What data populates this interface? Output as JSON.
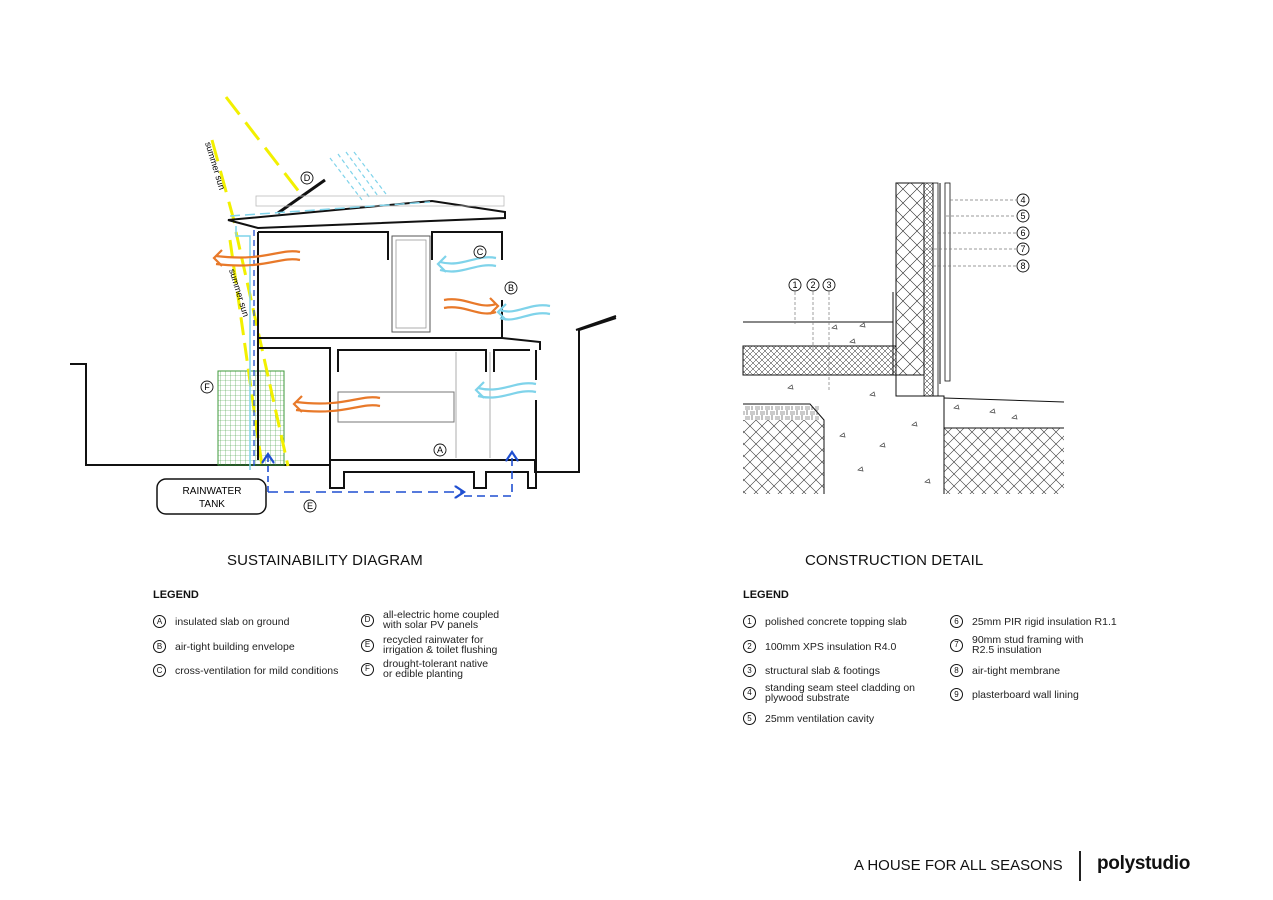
{
  "sections": {
    "sustainability_title": "SUSTAINABILITY DIAGRAM",
    "construction_title": "CONSTRUCTION DETAIL"
  },
  "diagram": {
    "sun_label_top": "summer sun",
    "sun_label_mid": "summer sun",
    "tank_line1": "RAINWATER",
    "tank_line2": "TANK",
    "marker_A": "A",
    "marker_B": "B",
    "marker_C": "C",
    "marker_D": "D",
    "marker_E": "E",
    "marker_F": "F",
    "detail_markers": [
      "1",
      "2",
      "3",
      "4",
      "5",
      "6",
      "7",
      "8"
    ]
  },
  "sustainability_legend": {
    "heading": "LEGEND",
    "items": [
      {
        "key": "A",
        "text": "insulated slab on ground"
      },
      {
        "key": "B",
        "text": "air-tight building envelope"
      },
      {
        "key": "C",
        "text": "cross-ventilation for mild conditions"
      },
      {
        "key": "D",
        "text": "all-electric home coupled\nwith solar PV panels"
      },
      {
        "key": "E",
        "text": "recycled rainwater for\nirrigation & toilet flushing"
      },
      {
        "key": "F",
        "text": "drought-tolerant native\nor edible planting"
      }
    ]
  },
  "construction_legend": {
    "heading": "LEGEND",
    "items": [
      {
        "key": "1",
        "text": "polished concrete topping slab"
      },
      {
        "key": "2",
        "text": "100mm XPS insulation R4.0"
      },
      {
        "key": "3",
        "text": "structural slab & footings"
      },
      {
        "key": "4",
        "text": "standing seam steel cladding on\nplywood substrate"
      },
      {
        "key": "5",
        "text": "25mm ventilation cavity"
      },
      {
        "key": "6",
        "text": "25mm PIR rigid insulation R1.1"
      },
      {
        "key": "7",
        "text": "90mm stud framing with\nR2.5 insulation"
      },
      {
        "key": "8",
        "text": "air-tight membrane"
      },
      {
        "key": "9",
        "text": "plasterboard wall lining"
      }
    ]
  },
  "footer": {
    "project": "A HOUSE FOR ALL SEASONS",
    "brand": "polystudio"
  },
  "colors": {
    "sun": "#f2f000",
    "cool_air": "#7fd3ea",
    "warm_air": "#e8792a",
    "rainwater": "#1f4fd1",
    "planting": "#3c9a3a"
  }
}
